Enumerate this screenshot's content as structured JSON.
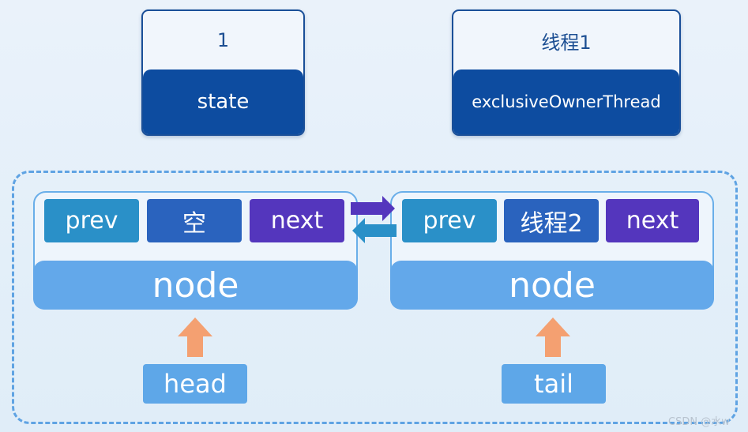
{
  "state_box": {
    "value": "1",
    "label": "state"
  },
  "owner_box": {
    "value": "线程1",
    "label": "exclusiveOwnerThread"
  },
  "nodes": [
    {
      "prev": "prev",
      "data": "空",
      "next": "next",
      "label": "node"
    },
    {
      "prev": "prev",
      "data": "线程2",
      "next": "next",
      "label": "node"
    }
  ],
  "head_label": "head",
  "tail_label": "tail",
  "watermark": "CSDN @水w",
  "colors": {
    "dark_blue": "#0d4ca0",
    "prev_cell": "#2a90c8",
    "data_cell": "#2a63be",
    "next_cell": "#5436bd",
    "node_label": "#63a8ea",
    "pointer_arrow": "#f4a071",
    "forward_arrow": "#5436bd",
    "backward_arrow": "#2a90c8"
  }
}
